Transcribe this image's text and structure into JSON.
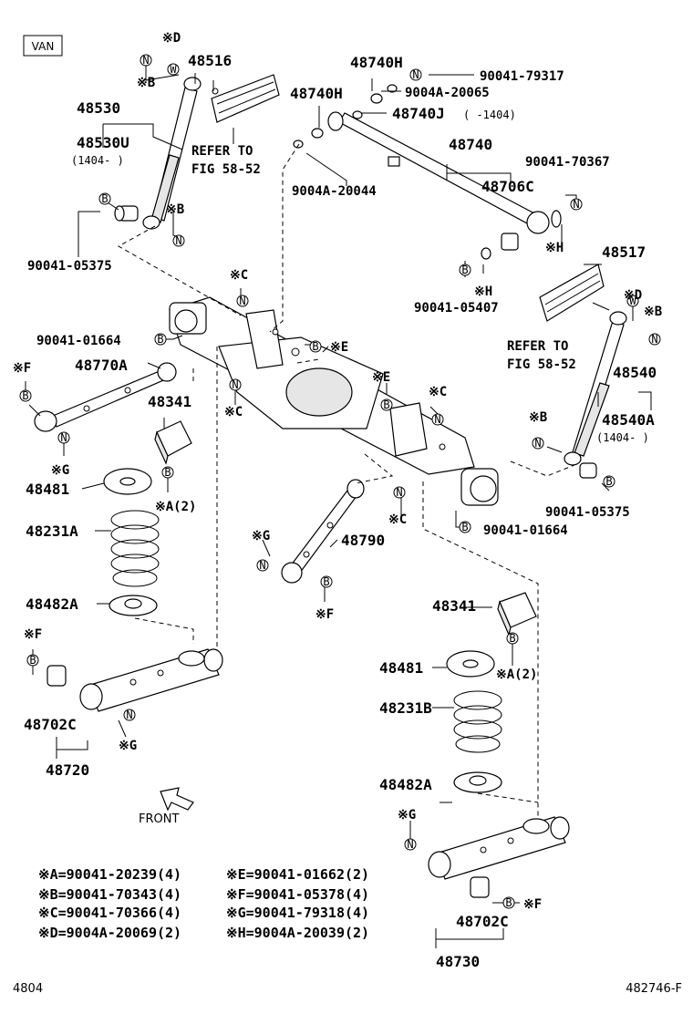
{
  "tag_box": "VAN",
  "marks": {
    "B": "B",
    "N": "N",
    "W": "W",
    "xB": "※B",
    "xC": "※C",
    "xD": "※D",
    "xE": "※E",
    "xF": "※F",
    "xG": "※G",
    "xH": "※H",
    "xA2": "※A(2)"
  },
  "labels": {
    "p48516": "48516",
    "p48530": "48530",
    "p48530U": "48530U",
    "d1404_1": "(1404-     )",
    "refer1": "REFER TO",
    "fig1": "FIG 58-52",
    "p90041_05375_l": "90041-05375",
    "p48740H_top": "48740H",
    "p90041_79317": "90041-79317",
    "p9004A_20065": "9004A-20065",
    "p48740H_left": "48740H",
    "p48740J": "48740J",
    "d1404_j": "(     -1404)",
    "p48740": "48740",
    "p90041_70367": "90041-70367",
    "p48706C": "48706C",
    "p9004A_20044": "9004A-20044",
    "p48517": "48517",
    "p90041_05407": "90041-05407",
    "refer2": "REFER TO",
    "fig2": "FIG 58-52",
    "p48540": "48540",
    "p48540A": "48540A",
    "d1404_2": "(1404-     )",
    "p90041_01664_l": "90041-01664",
    "p48770A": "48770A",
    "p48341_l": "48341",
    "p48481_l": "48481",
    "p48231A": "48231A",
    "p48482A_l": "48482A",
    "p48790": "48790",
    "p90041_01664_r": "90041-01664",
    "p90041_05375_r": "90041-05375",
    "p48702C_l": "48702C",
    "p48720": "48720",
    "front": "FRONT",
    "p48341_r": "48341",
    "p48481_r": "48481",
    "p48231B": "48231B",
    "p48482A_r": "48482A",
    "p48702C_r": "48702C",
    "p48730": "48730"
  },
  "legend": [
    {
      "mark": "※A=",
      "part": "90041-20239",
      "qty": "(4)"
    },
    {
      "mark": "※B=",
      "part": "90041-70343",
      "qty": "(4)"
    },
    {
      "mark": "※C=",
      "part": "90041-70366",
      "qty": "(4)"
    },
    {
      "mark": "※D=",
      "part": "9004A-20069",
      "qty": "(2)"
    },
    {
      "mark": "※E=",
      "part": "90041-01662",
      "qty": "(2)"
    },
    {
      "mark": "※F=",
      "part": "90041-05378",
      "qty": "(4)"
    },
    {
      "mark": "※G=",
      "part": "90041-79318",
      "qty": "(4)"
    },
    {
      "mark": "※H=",
      "part": "9004A-20039",
      "qty": "(2)"
    }
  ],
  "footer": {
    "left": "4804",
    "right": "482746-F"
  }
}
